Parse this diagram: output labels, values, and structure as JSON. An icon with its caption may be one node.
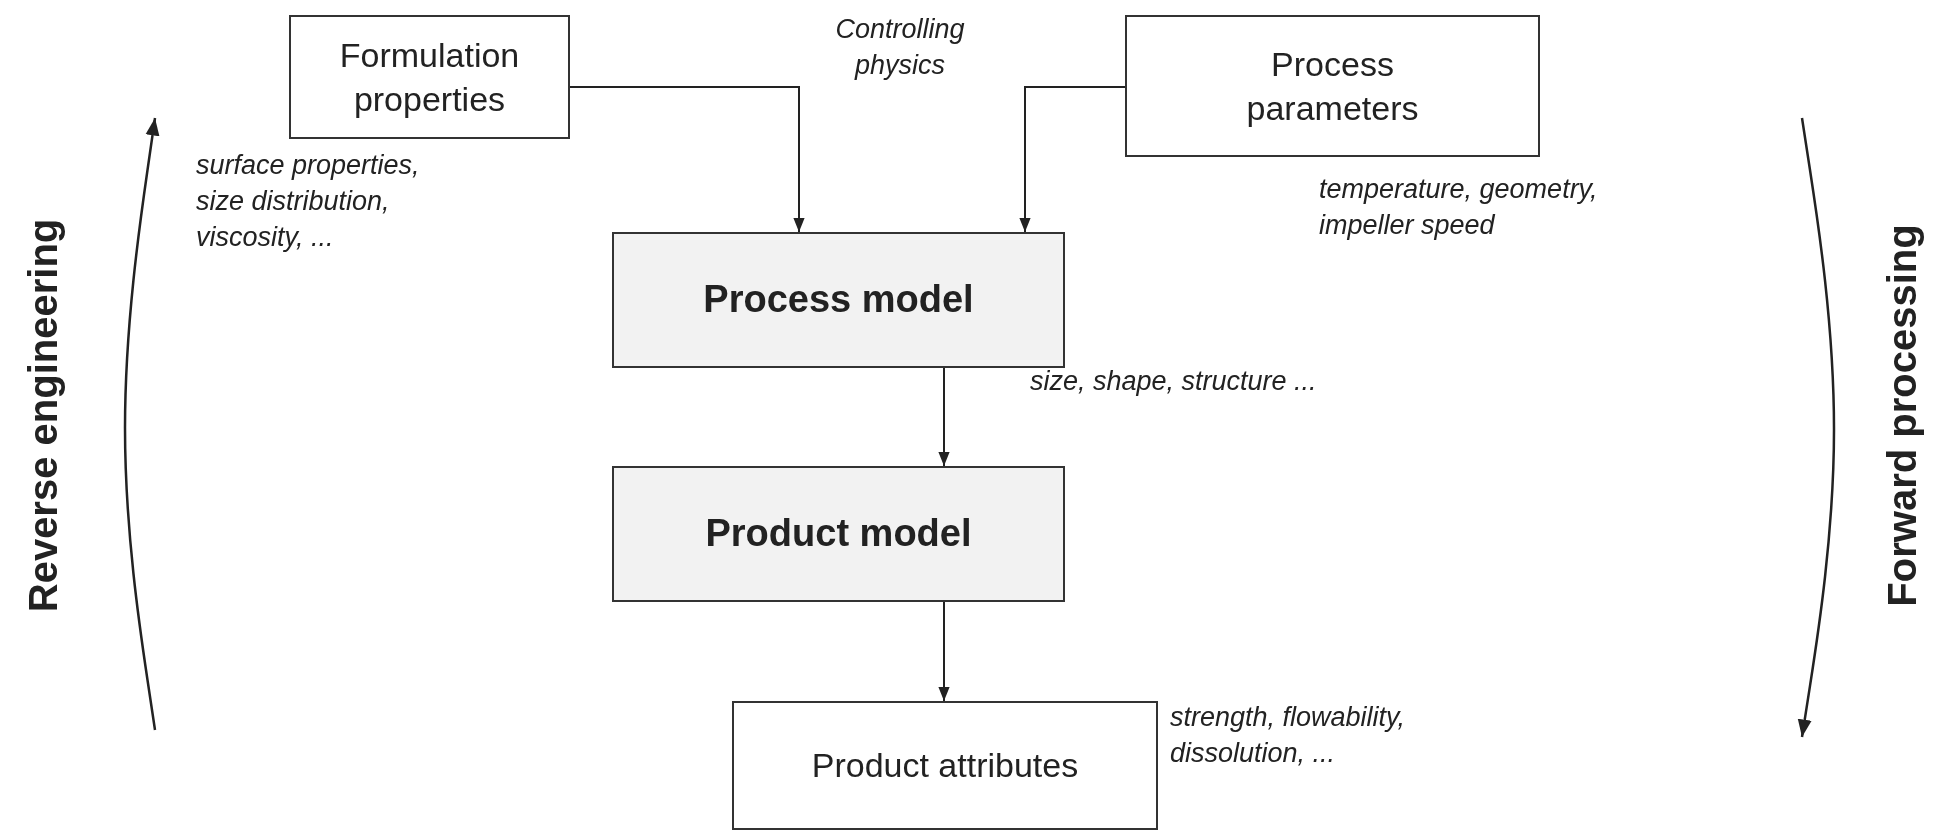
{
  "diagram": {
    "nodes": [
      {
        "text": [
          "Formulation properties"
        ],
        "beside": [
          "surface properties, size distribution, viscosity, ..."
        ]
      },
      {
        "text": [
          "Process parameters"
        ],
        "beside": [
          "temperature, geometry, impeller speed"
        ]
      },
      {
        "text": [
          "Process model"
        ]
      },
      {
        "text": [
          "Product model"
        ]
      },
      {
        "text": [
          "Product attributes"
        ],
        "beside": [
          "strength, flowability, dissolution, ..."
        ]
      }
    ],
    "edges": [
      {
        "from": 0,
        "to": 2,
        "arrow": "to"
      },
      {
        "from": 1,
        "to": 2,
        "arrow": "to"
      },
      {
        "from": 2,
        "to": 3,
        "arrow": "to",
        "label": "size, shape, structure ..."
      },
      {
        "from": 3,
        "to": 4,
        "arrow": "to"
      }
    ],
    "labels": [
      "Controlling physics",
      "Reverse engineering",
      "Forward processing"
    ]
  }
}
